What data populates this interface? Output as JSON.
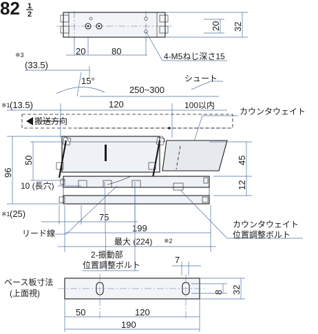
{
  "figure_number": "82",
  "figure_fraction_num": "1",
  "figure_fraction_den": "2",
  "top_view": {
    "dim_height_inner": "20",
    "dim_height_outer": "32",
    "dim_hole_offset": "20",
    "dim_hole_pitch": "80",
    "thread_note": "4-M5ねじ深さ15",
    "note3_mark": "※3",
    "note3_value": "(33.5)"
  },
  "side_view": {
    "angle": "15°",
    "chute_length": "250~300",
    "chute_label": "シュート",
    "note1_mark_a": "※1",
    "note1_value_a": "(13.5)",
    "dim_120": "120",
    "dim_100": "100以内",
    "counterweight_label": "カウンタウェイト",
    "conveying_direction": "搬送方向",
    "dim_96": "96",
    "dim_50": "50",
    "slot_label": "10 (長穴)",
    "dim_45": "45",
    "dim_12": "12",
    "note1_mark_b": "※1",
    "note1_value_b": "(25)",
    "dim_75": "75",
    "lead_wire_label": "リード線",
    "dim_199": "199",
    "max_label": "最大 (224)",
    "note2_mark": "※2",
    "counterweight_bolt_line1": "カウンタウェイト",
    "counterweight_bolt_line2": "位置調整ボルト"
  },
  "base_view": {
    "vibration_label_line1": "2-振動部",
    "vibration_label_line2": "位置調整ボルト",
    "dim_7": "7",
    "title_line1": "ベース板寸法",
    "title_line2": "(上面視)",
    "dim_8": "8",
    "dim_32": "32",
    "dim_50": "50",
    "dim_120": "120",
    "dim_190": "190"
  }
}
